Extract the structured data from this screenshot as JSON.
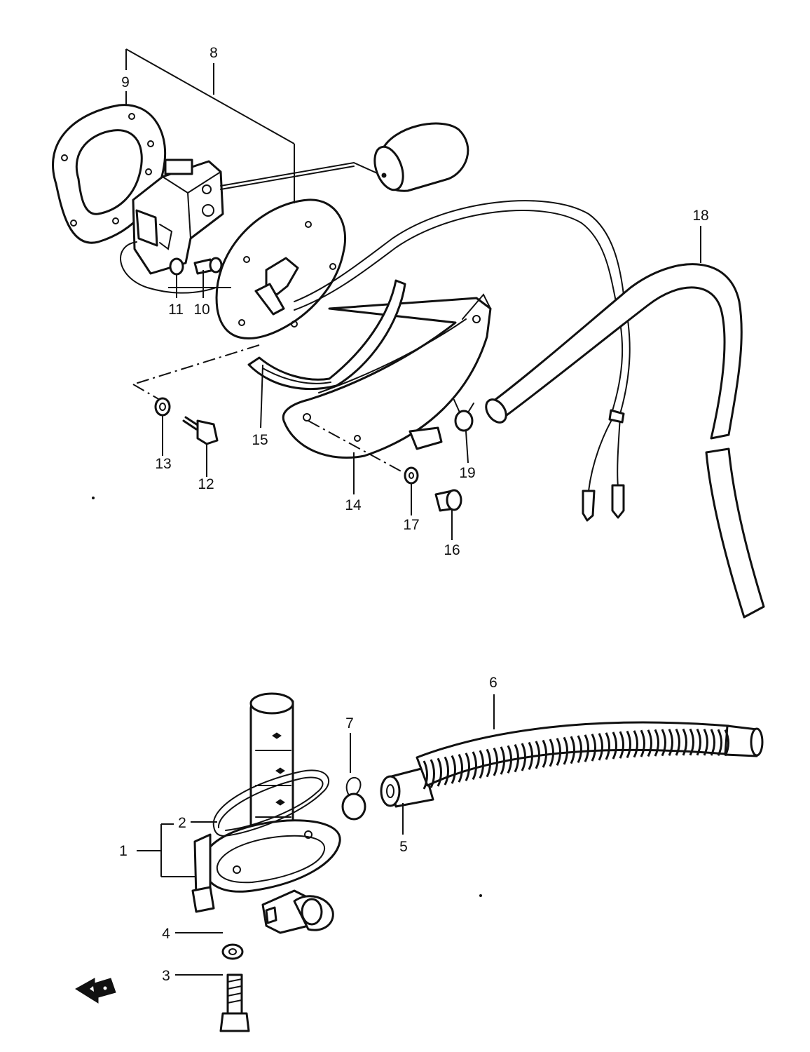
{
  "diagram": {
    "callouts": [
      {
        "id": "c1",
        "text": "1"
      },
      {
        "id": "c2",
        "text": "2"
      },
      {
        "id": "c3",
        "text": "3"
      },
      {
        "id": "c4",
        "text": "4"
      },
      {
        "id": "c5",
        "text": "5"
      },
      {
        "id": "c6",
        "text": "6"
      },
      {
        "id": "c7",
        "text": "7"
      },
      {
        "id": "c8",
        "text": "8"
      },
      {
        "id": "c9",
        "text": "9"
      },
      {
        "id": "c10",
        "text": "10"
      },
      {
        "id": "c11",
        "text": "11"
      },
      {
        "id": "c12",
        "text": "12"
      },
      {
        "id": "c13",
        "text": "13"
      },
      {
        "id": "c14",
        "text": "14"
      },
      {
        "id": "c15",
        "text": "15"
      },
      {
        "id": "c16",
        "text": "16"
      },
      {
        "id": "c17",
        "text": "17"
      },
      {
        "id": "c18",
        "text": "18"
      },
      {
        "id": "c19",
        "text": "19"
      }
    ]
  }
}
